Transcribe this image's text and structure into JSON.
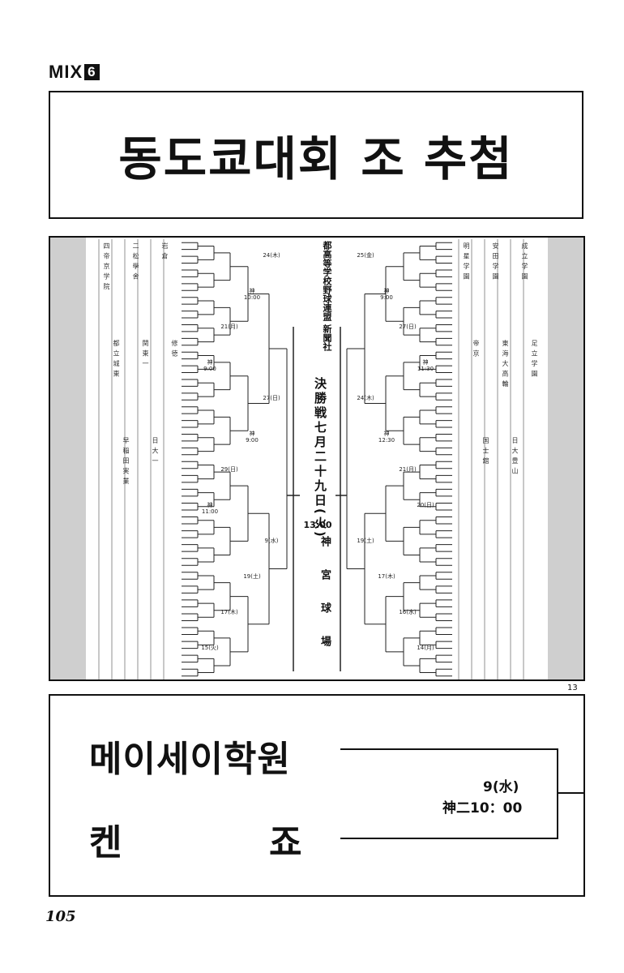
{
  "header": {
    "series": "MIX",
    "volume": "6"
  },
  "title": "동도쿄대회 조 추첨",
  "bracket": {
    "center_title": "都高等学校野球連盟 新聞社",
    "final_label": "決勝戦七月二十九日(火)",
    "final_time": "13:00",
    "venue": "神宮球場",
    "panel_number": "13",
    "left_labels": [
      "24(木)",
      "神10:00",
      "21(月)",
      "神9:00",
      "27(日)",
      "神9:00",
      "29(日)",
      "神11:00",
      "9(水)",
      "19(土)",
      "17(木)",
      "15(火)"
    ],
    "right_labels": [
      "25(金)",
      "神9:00",
      "27(日)",
      "神11:30",
      "24(木)",
      "神12:30",
      "21(月)",
      "20(日)",
      "19(土)",
      "17(木)",
      "16(水)",
      "14(月)"
    ],
    "school_columns_left": [
      "四 帝 京 学 院",
      "都 立 城 東",
      "早 稲 田 実 業",
      "二 松 學 舍",
      "関 東 一",
      "日 大 一",
      "岩 倉",
      "修 徳"
    ],
    "school_columns_right": [
      "明 星 学 園",
      "帝 京",
      "国 士 舘",
      "安 田 学 園",
      "東 海 大 高 輪",
      "日 大 豊 山",
      "成 立 学 園",
      "足 立 学 園"
    ]
  },
  "matchup": {
    "team_top": "메이세이학원",
    "team_bottom_a": "켄",
    "team_bottom_b": "죠",
    "date": "9(水)",
    "time": "神二10：00"
  },
  "page_number": "105"
}
